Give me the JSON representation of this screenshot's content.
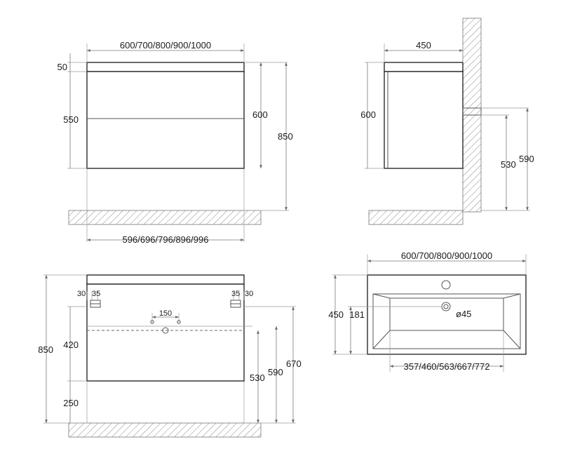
{
  "front_view": {
    "width_label": "600/700/800/900/1000",
    "top_label": "50",
    "drawer_label": "550",
    "body_label": "600",
    "total_label": "850",
    "inner_width_label": "596/696/796/896/996"
  },
  "side_view": {
    "depth_label": "450",
    "height_label": "600",
    "pipe_lower_label": "530",
    "pipe_upper_label": "590"
  },
  "mount_view": {
    "left_a_label": "30",
    "left_b_label": "35",
    "right_a_label": "35",
    "right_b_label": "30",
    "spacing_label": "150",
    "total_label": "850",
    "upper_label": "420",
    "lower_label": "250",
    "dim_530_label": "530",
    "dim_590_label": "590",
    "dim_670_label": "670"
  },
  "sink_view": {
    "width_label": "600/700/800/900/1000",
    "depth_label": "450",
    "drain_offset_label": "181",
    "drain_label": "ø45",
    "bowl_width_label": "357/460/563/667/772"
  }
}
